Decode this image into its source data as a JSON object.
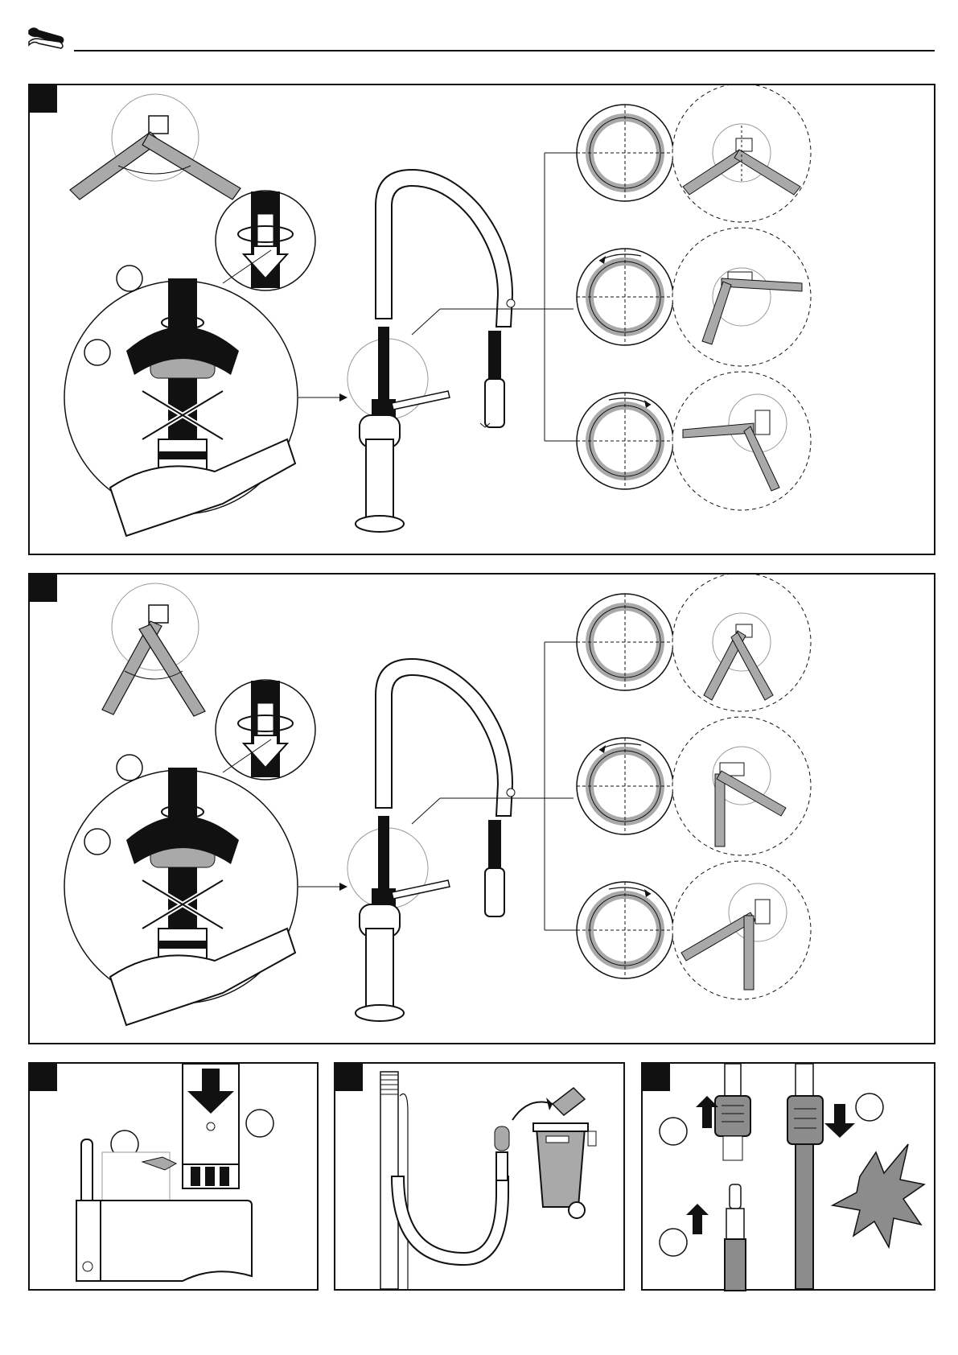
{
  "header": {
    "icon": "tools-wrench-icon"
  },
  "panels": [
    {
      "id": "panel-1",
      "icon": "faucet-hose-guide-installation",
      "has_step_badge": true
    },
    {
      "id": "panel-2",
      "icon": "faucet-hose-guide-installation-alt",
      "has_step_badge": true
    },
    {
      "id": "panel-3",
      "icon": "spray-head-dock-press-down",
      "has_step_badge": true
    },
    {
      "id": "panel-4",
      "icon": "hose-end-cap-remove-discard",
      "has_step_badge": true
    },
    {
      "id": "panel-5",
      "icon": "quick-connector-click-connect",
      "has_step_badge": true
    }
  ],
  "colors": {
    "ink": "#111111",
    "gray_fill": "#a9a9a9",
    "light_gray": "#d8d8d8",
    "warning_star": "#8c8c8c"
  }
}
